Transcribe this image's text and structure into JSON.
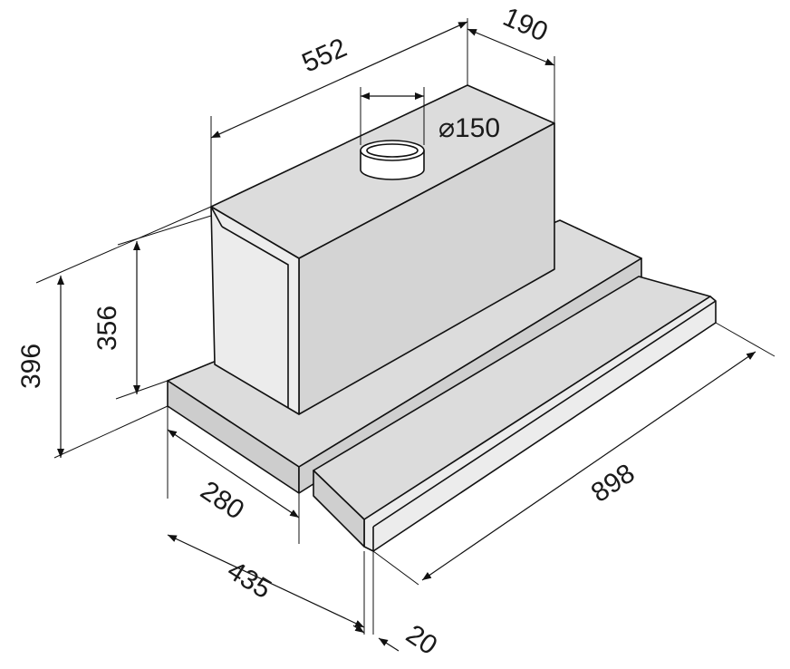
{
  "dimensions": {
    "top_width": "552",
    "top_depth": "190",
    "duct_diameter": "⌀150",
    "height_body": "356",
    "height_total": "396",
    "depth_body": "280",
    "depth_total": "435",
    "width_total": "898",
    "front_thickness": "20"
  },
  "colors": {
    "line": "#111111",
    "face_fill": "#d4d4d4",
    "background": "#ffffff"
  }
}
